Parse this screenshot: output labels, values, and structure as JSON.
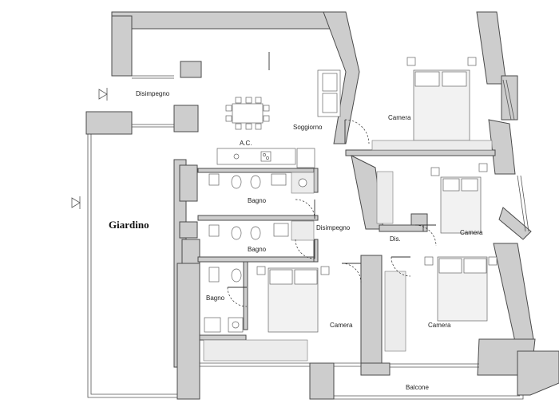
{
  "plan": {
    "labels": {
      "disimpegno_top": "Disimpegno",
      "soggiorno": "Soggiorno",
      "ac": "A.C.",
      "camera_top_right": "Camera",
      "bagno_1": "Bagno",
      "bagno_2": "Bagno",
      "disimpegno_mid": "Disimpegno",
      "dis": "Dis.",
      "camera_mid_right": "Camera",
      "giardino": "Giardino",
      "bagno_3": "Bagno",
      "camera_bottom_mid": "Camera",
      "camera_bottom_right": "Camera",
      "balcone": "Balcone"
    },
    "icons": [
      "entry-arrow-icon",
      "entry-arrow-icon"
    ],
    "colors": {
      "wall_fill": "#cdcdcd",
      "wall_stroke": "#4a4a4a",
      "background": "#ffffff"
    }
  }
}
